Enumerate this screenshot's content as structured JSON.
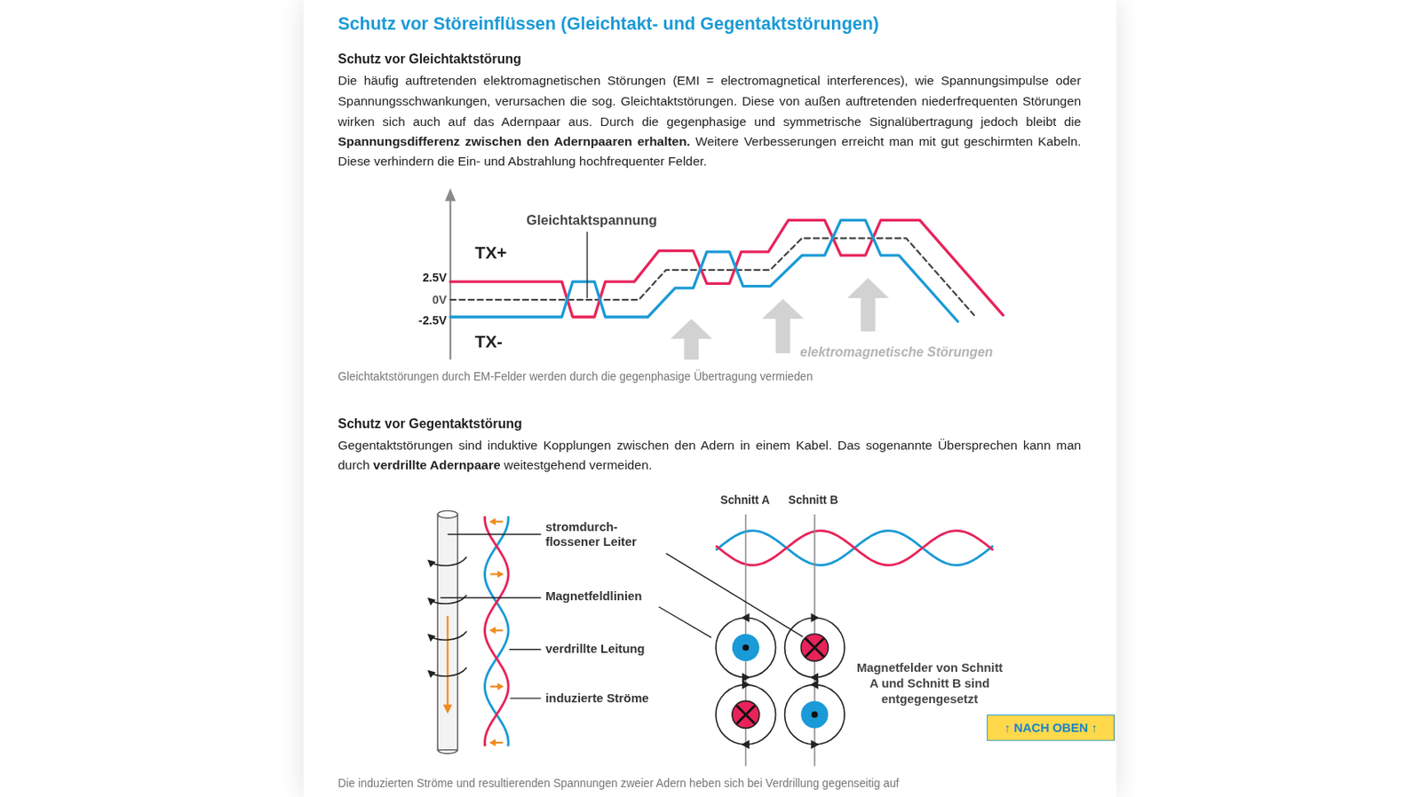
{
  "diagram": {
    "title": "Schutz vor Störeinflüssen (Gleichtakt- und Gegentaktstörungen)",
    "nodes": [
      {
        "text": [
          "↑ NACH OBEN ↑"
        ]
      }
    ],
    "edges": [],
    "labels": [
      "Schutz vor Gleichtaktstörung",
      "Die häufig auftretenden elektromagnetischen Störungen (EMI = electromagnetical interferences), wie Spannungsimpulse oder Spannungsschwankungen, verursachen die sog. Gleichtaktstörungen. Diese von außen auftretenden niederfrequenten Störungen wirken sich auch auf das Adernpaar aus. Durch die gegenphasige und symmetrische Signalübertragung jedoch bleibt die",
      "Spannungsdifferenz zwischen den Adernpaaren erhalten.",
      "Weitere Verbesserungen erreicht man mit gut geschirmten Kabeln. Diese verhindern die Ein- und Abstrahlung hochfrequenter Felder.",
      "Gleichtaktspannung",
      "TX+",
      "2.5V",
      "0V",
      "-2.5V",
      "TX-",
      "elektromagnetische Störungen",
      "Gleichtaktstörungen durch EM-Felder werden durch die gegenphasige Übertragung vermieden",
      "Schutz vor Gegentaktstörung",
      "Gegentaktstörungen sind induktive Kopplungen zwischen den Adern in einem Kabel. Das sogenannte Übersprechen kann man durch",
      "verdrillte Adernpaare",
      "weitestgehend vermeiden.",
      "Schnitt A",
      "Schnitt B",
      "stromdurch- flossener Leiter",
      "Magnetfeldlinien",
      "verdrillte Leitung",
      "induzierte Ströme",
      "Magnetfelder von Schnitt A und Schnitt B sind entgegengesetzt",
      "Die induzierten Ströme und resultierenden Spannungen zweier Adern heben sich bei Verdrillung gegenseitig auf"
    ]
  }
}
